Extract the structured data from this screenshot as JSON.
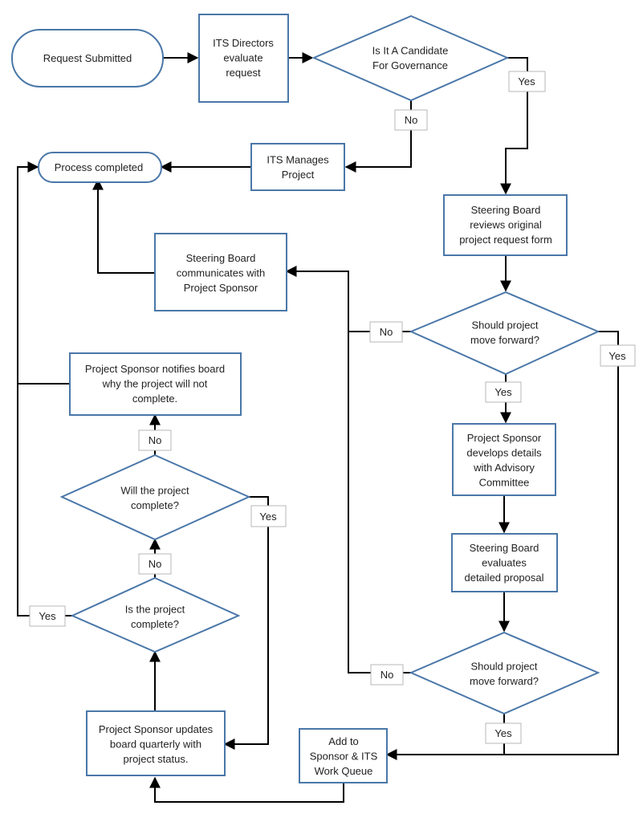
{
  "nodes": {
    "request_submitted": "Request Submitted",
    "its_directors_evaluate": [
      "ITS Directors",
      "evaluate",
      "request"
    ],
    "candidate_for_governance": [
      "Is It A Candidate",
      "For Governance"
    ],
    "its_manages_project": [
      "ITS Manages",
      "Project"
    ],
    "process_completed": "Process completed",
    "steering_reviews_form": [
      "Steering Board",
      "reviews original",
      "project request form"
    ],
    "steering_communicates_sponsor": [
      "Steering Board",
      "communicates with",
      "Project Sponsor"
    ],
    "should_move_forward_1": [
      "Should project",
      "move forward?"
    ],
    "sponsor_notifies_board": [
      "Project Sponsor notifies board",
      "why the project will not",
      "complete."
    ],
    "sponsor_develops_details": [
      "Project Sponsor",
      "develops details",
      "with Advisory",
      "Committee"
    ],
    "will_project_complete": [
      "Will the project",
      "complete?"
    ],
    "steering_evaluates_proposal": [
      "Steering Board",
      "evaluates",
      "detailed proposal"
    ],
    "is_project_complete": [
      "Is the project",
      "complete?"
    ],
    "should_move_forward_2": [
      "Should project",
      "move forward?"
    ],
    "sponsor_updates_board": [
      "Project Sponsor updates",
      "board quarterly with",
      "project status."
    ],
    "add_to_work_queue": [
      "Add to",
      "Sponsor & ITS",
      "Work Queue"
    ]
  },
  "edge_labels": {
    "candidate_yes": "Yes",
    "candidate_no": "No",
    "forward1_no": "No",
    "forward1_yes_left": "Yes",
    "forward1_yes_right": "Yes",
    "will_complete_no": "No",
    "will_complete_yes": "Yes",
    "is_complete_no": "No",
    "is_complete_yes": "Yes",
    "forward2_no": "No",
    "forward2_yes": "Yes"
  },
  "colors": {
    "shape_stroke": "#4a77a8",
    "connector": "#000000",
    "label_border": "#b7b7b7"
  }
}
